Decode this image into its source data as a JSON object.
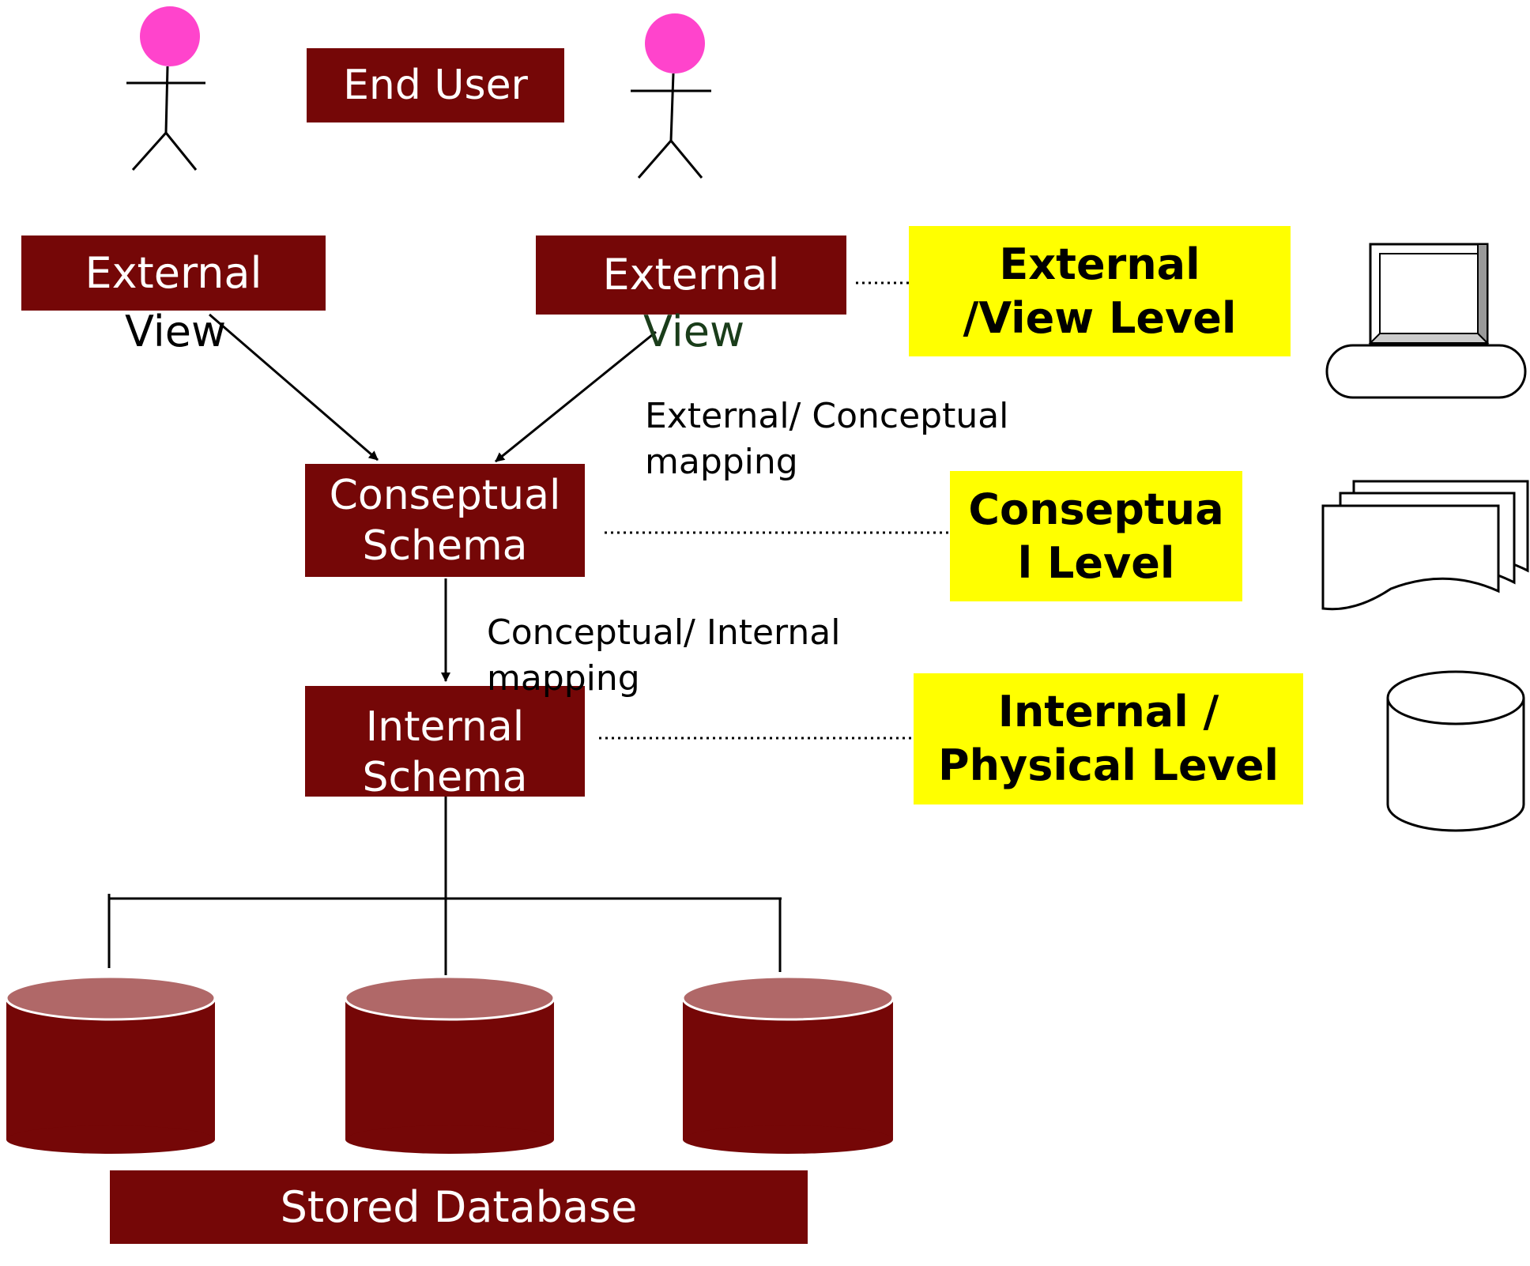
{
  "colors": {
    "box_fill": "#750707",
    "level_fill": "#ffff00",
    "head_fill": "#ff44cc",
    "cylinder_top": "#b06868",
    "view_text_2": "#1a3d1a"
  },
  "end_user": {
    "label": "End User"
  },
  "views": [
    {
      "line1": "External",
      "line2": "View"
    },
    {
      "line1": "External",
      "line2": "View"
    }
  ],
  "conceptual_schema": {
    "line1": "Conseptual",
    "line2": "Schema"
  },
  "internal_schema": {
    "line1": "Internal",
    "line2": "Schema"
  },
  "stored_database": {
    "label": "Stored Database"
  },
  "mappings": {
    "ext_conc": {
      "line1": "External/ Conceptual",
      "line2": "mapping"
    },
    "conc_int": {
      "line1": "Conceptual/ Internal",
      "line2": "mapping"
    }
  },
  "levels": [
    {
      "line1": "External",
      "line2": "/View Level",
      "icon": "computer-icon"
    },
    {
      "line1": "Conseptua",
      "line2": "l Level",
      "icon": "documents-icon"
    },
    {
      "line1": "Internal /",
      "line2": "Physical Level",
      "icon": "database-icon"
    }
  ]
}
